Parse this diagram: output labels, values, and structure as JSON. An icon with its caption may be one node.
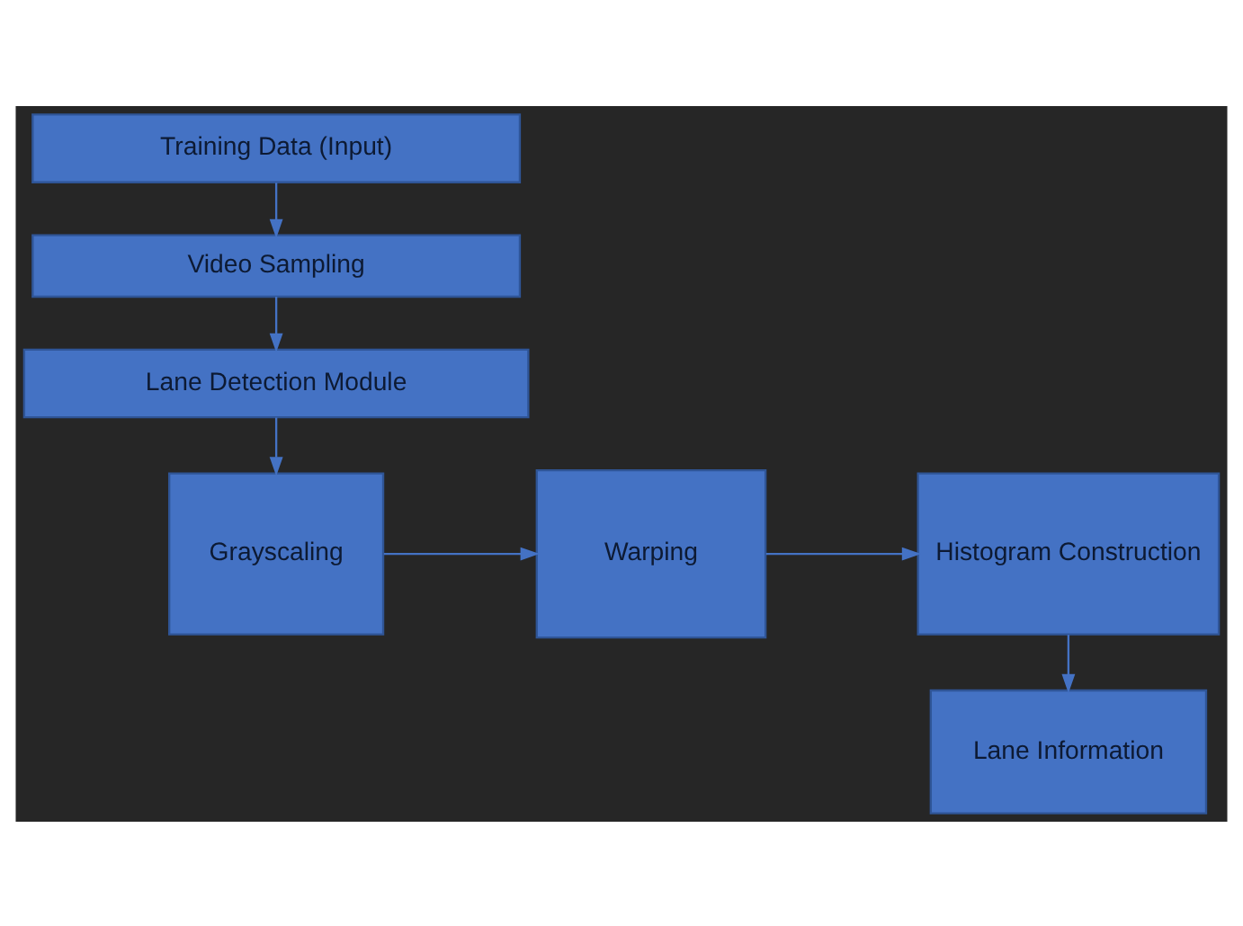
{
  "diagram": {
    "nodes": [
      {
        "text": [
          "Training Data (Input)"
        ]
      },
      {
        "text": [
          "Video Sampling"
        ]
      },
      {
        "text": [
          "Lane Detection Module"
        ]
      },
      {
        "text": [
          "Grayscaling"
        ]
      },
      {
        "text": [
          "Warping"
        ]
      },
      {
        "text": [
          "Histogram Construction"
        ]
      },
      {
        "text": [
          "Lane Information"
        ]
      }
    ],
    "edges": [
      {
        "from": 0,
        "to": 1,
        "arrow": "to"
      },
      {
        "from": 1,
        "to": 2,
        "arrow": "to"
      },
      {
        "from": 2,
        "to": 3,
        "arrow": "to"
      },
      {
        "from": 3,
        "to": 4,
        "arrow": "to"
      },
      {
        "from": 4,
        "to": 5,
        "arrow": "to"
      },
      {
        "from": 5,
        "to": 6,
        "arrow": "to"
      }
    ]
  }
}
